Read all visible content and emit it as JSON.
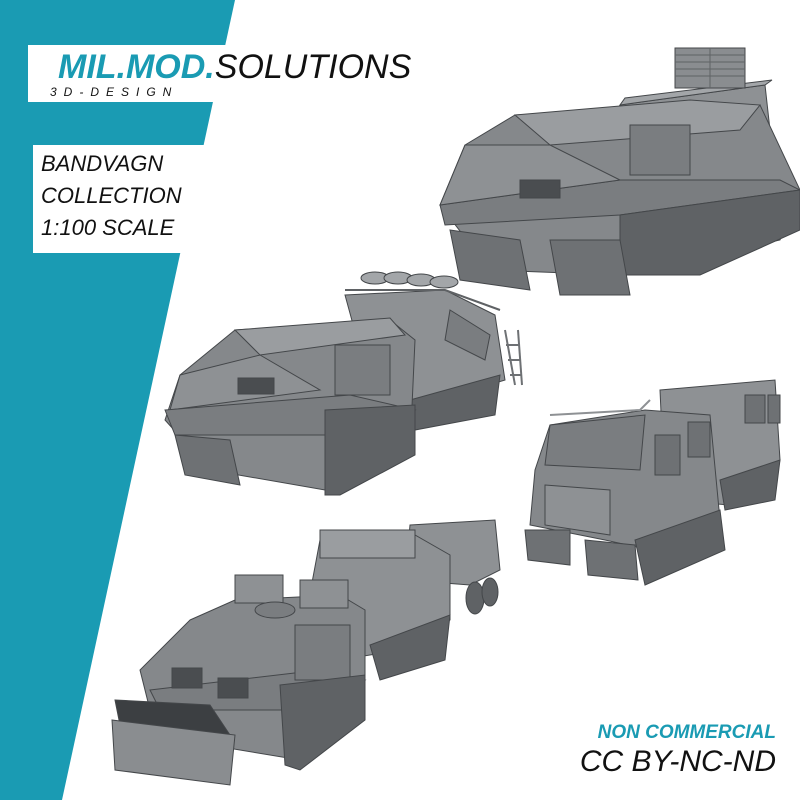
{
  "brand": {
    "name_accent": "MIL.MOD.",
    "name_suffix": "SOLUTIONS",
    "tagline": "3D-DESIGN"
  },
  "title": {
    "lines": [
      "BANDVAGN",
      "COLLECTION",
      "1:100 SCALE"
    ]
  },
  "license": {
    "label": "NON COMMERCIAL",
    "code": "CC BY-NC-ND"
  },
  "colors": {
    "accent": "#1a9bb3",
    "text": "#111111",
    "background": "#ffffff",
    "vehicle_light": "#8e9194",
    "vehicle_mid": "#7a7d80",
    "vehicle_dark": "#5f6265",
    "vehicle_outline": "#44474a"
  },
  "vehicles": [
    {
      "id": "top-right",
      "description": "tracked articulated carrier with stacked box cargo on rear unit"
    },
    {
      "id": "middle-left",
      "description": "tracked articulated carrier with missile launcher rack and ladder on rear unit"
    },
    {
      "id": "middle-right",
      "description": "tracked articulated carrier with cab windows and roof rails, rear view"
    },
    {
      "id": "bottom",
      "description": "tracked articulated carrier with dozer blade, remote weapon station and towed trailer"
    }
  ]
}
